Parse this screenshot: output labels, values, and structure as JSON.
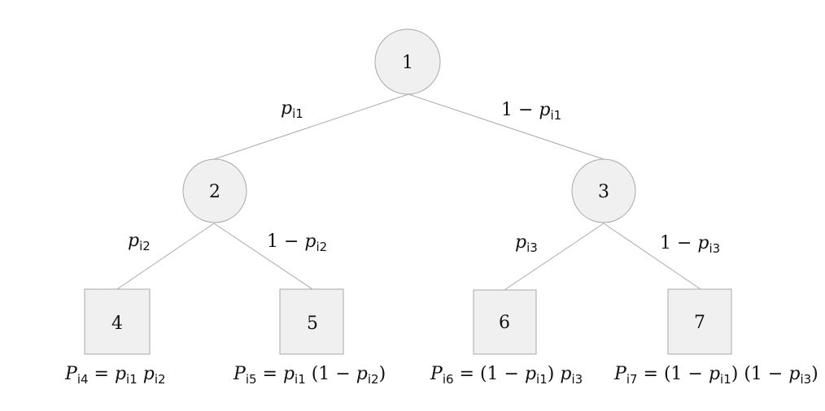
{
  "nodes": [
    {
      "id": "1",
      "label": "1",
      "shape": "circle"
    },
    {
      "id": "2",
      "label": "2",
      "shape": "circle"
    },
    {
      "id": "3",
      "label": "3",
      "shape": "circle"
    },
    {
      "id": "4",
      "label": "4",
      "shape": "square"
    },
    {
      "id": "5",
      "label": "5",
      "shape": "square"
    },
    {
      "id": "6",
      "label": "6",
      "shape": "square"
    },
    {
      "id": "7",
      "label": "7",
      "shape": "square"
    }
  ],
  "edges": [
    {
      "from": "1",
      "to": "2",
      "label": "p_i1"
    },
    {
      "from": "1",
      "to": "3",
      "label": "1 − p_i1"
    },
    {
      "from": "2",
      "to": "4",
      "label": "p_i2"
    },
    {
      "from": "2",
      "to": "5",
      "label": "1 − p_i2"
    },
    {
      "from": "3",
      "to": "6",
      "label": "p_i3"
    },
    {
      "from": "3",
      "to": "7",
      "label": "1 − p_i3"
    }
  ],
  "leaf_formulas": {
    "4": "P_i4 = p_i1 p_i2",
    "5": "P_i5 = p_i1 (1 − p_i2)",
    "6": "P_i6 = (1 − p_i1) p_i3",
    "7": "P_i7 = (1 − p_i1) (1 − p_i3)"
  },
  "colors": {
    "node_fill": "#f0f0f0",
    "node_stroke": "#a8a8a8",
    "edge": "#aaaaaa",
    "text": "#111111"
  }
}
